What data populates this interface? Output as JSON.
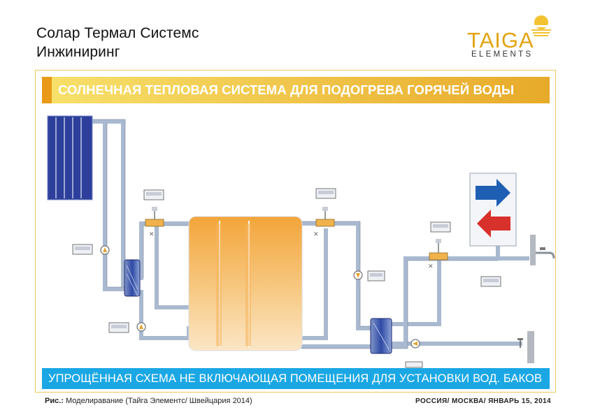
{
  "header": {
    "title_line1": "Солар Термал Системс",
    "title_line2": "Инжиниринг"
  },
  "logo": {
    "word": "TAIGA",
    "sub": "ELEMENTS",
    "color": "#e2a310"
  },
  "banner_top": "СОЛНЕЧНАЯ ТЕПЛОВАЯ СИСТЕМА ДЛЯ ПОДОГРЕВА ГОРЯЧЕЙ ВОДЫ",
  "banner_bottom": "УПРОЩЁННАЯ СХЕМА НЕ ВКЛЮЧАЮЩАЯ ПОМЕЩЕНИЯ ДЛЯ УСТАНОВКИ ВОД. БАКОВ",
  "footer": {
    "caption_label": "Рис.:",
    "caption_text": " Моделиравание  (Тайга Элементс/ Швейцария 2014)",
    "right": "РОССИЯ/ МОСКВА/ ЯНВАРЬ 15, 2014"
  },
  "colors": {
    "pipe": "#a9b9cf",
    "pipe_edge": "#6e7e98",
    "tank": "#f0a838",
    "collector": "#2d3f9a",
    "arrow_blue": "#1e5fb4",
    "arrow_red": "#d8302a",
    "frame": "#f0c85a",
    "banner_blue": "#1aa7e4"
  },
  "icons": [
    "solar-collector-icon",
    "heat-exchanger-icon",
    "pump-icon",
    "three-way-valve-icon",
    "controller-icon",
    "heat-consumer-icon",
    "tap-icon"
  ]
}
